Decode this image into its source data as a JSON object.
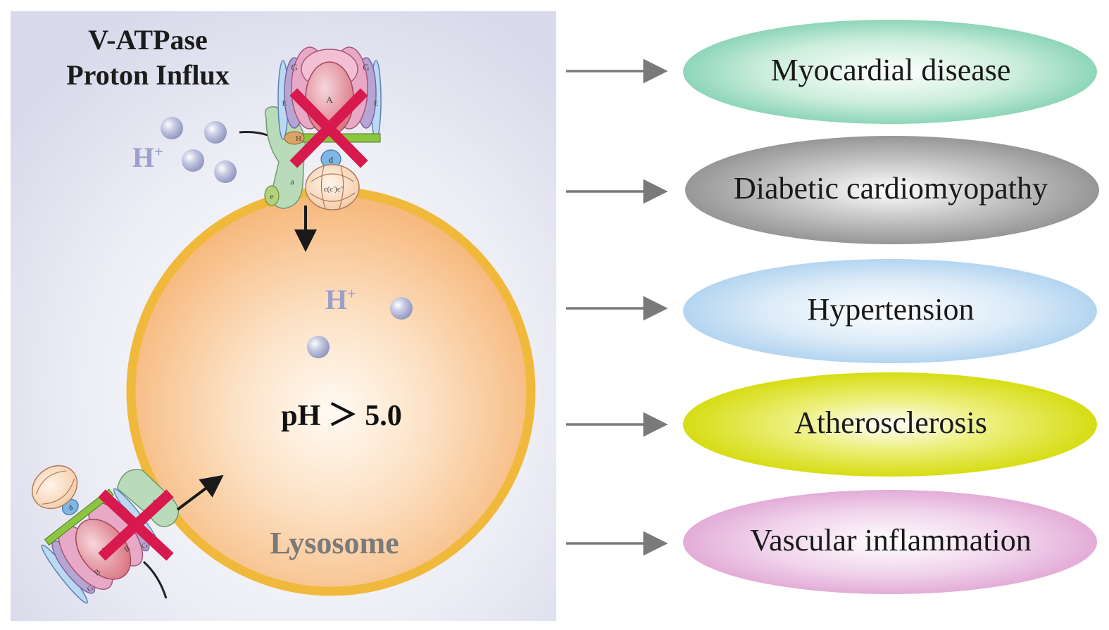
{
  "title_line1": "V-ATPase",
  "title_line2": "Proton Influx",
  "h_ion": "H",
  "h_charge": "+",
  "ph_text": "pH ＞ 5.0",
  "lysosome_label": "Lysosome",
  "subunit_labels": {
    "A": "A",
    "B": "B",
    "G": "G",
    "E": "E",
    "H": "H",
    "a": "a",
    "d": "d",
    "e": "e",
    "c_ring": "c(c')c\""
  },
  "diseases": [
    {
      "label": "Myocardial disease",
      "color": "#7dcfb0"
    },
    {
      "label": "Diabetic cardiomyopathy",
      "color": "#8f8f8f"
    },
    {
      "label": "Hypertension",
      "color": "#a9cfee"
    },
    {
      "label": "Atherosclerosis",
      "color": "#d9df00"
    },
    {
      "label": "Vascular inflammation",
      "color": "#e3a8d6"
    }
  ],
  "colors": {
    "panel_bg": "#dfe0ee",
    "lysosome_rim": "#f0b93c",
    "lysosome_fill": "#f6b679",
    "inhibit_x": "#d8194e",
    "proton": "#a7adce",
    "arrow": "#7a7a7a"
  }
}
